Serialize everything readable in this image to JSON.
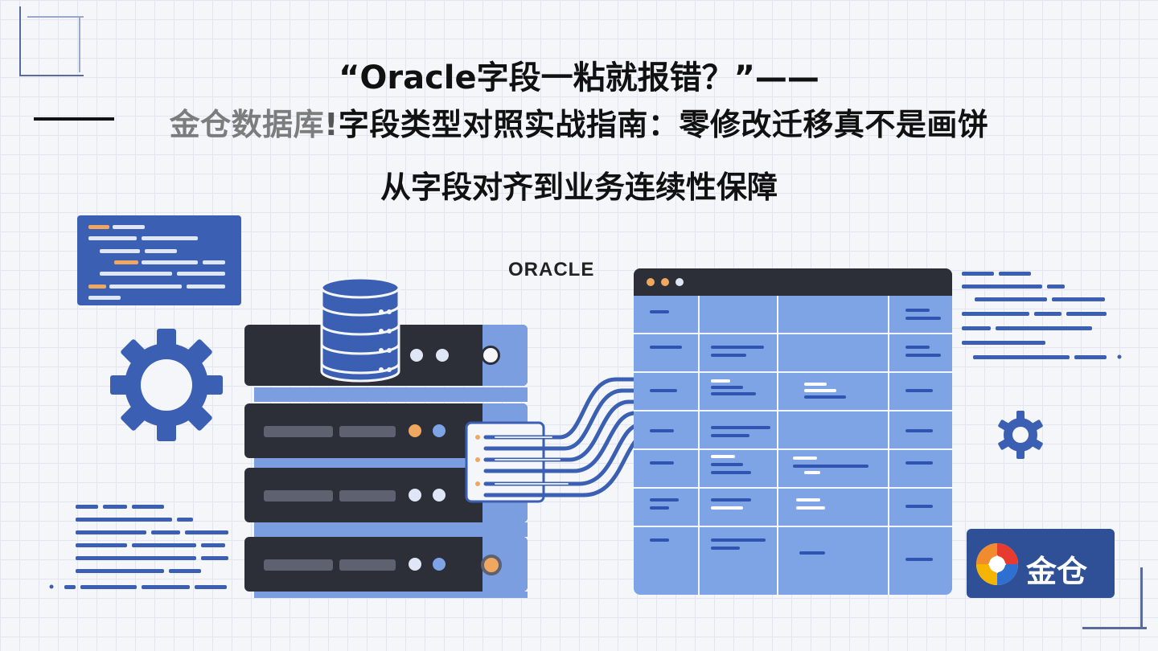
{
  "headline": {
    "line1": "“Oracle字段一粘就报错？”——",
    "line2_overlay": "金仓数据库",
    "line2": "字段类型对照实战指南：零修改迁移真不是画饼",
    "subtitle": "从字段对齐到业务连续性保障"
  },
  "brand": {
    "oracle_logo": "ORACLE",
    "kingbase_logo": "金仓"
  },
  "colors": {
    "background": "#f5f6fa",
    "primary_blue": "#3a5fb3",
    "light_blue": "#7ea4e6",
    "dark_server": "#2c2f38",
    "accent_orange": "#f0a860",
    "text": "#111111"
  },
  "icons": [
    "gear-icon",
    "database-icon",
    "server-rack-icon",
    "code-window-icon",
    "table-window-icon",
    "data-flow-arrows-icon",
    "kingbase-logo-icon"
  ]
}
